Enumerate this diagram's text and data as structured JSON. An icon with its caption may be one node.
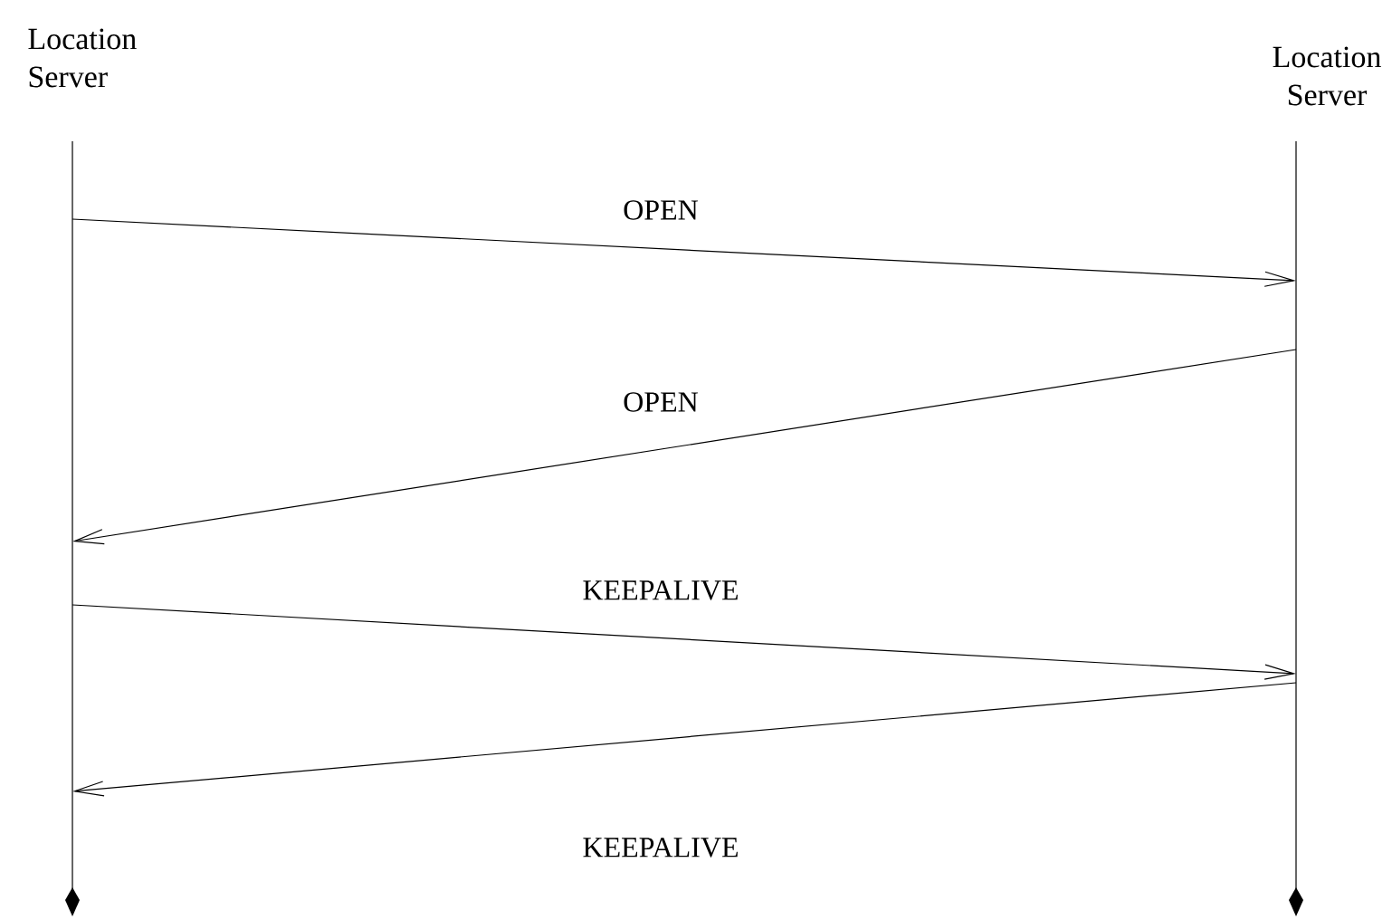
{
  "diagram": {
    "nodes": [
      {
        "text": [
          "Location Server"
        ]
      },
      {
        "text": [
          "Location Server"
        ]
      }
    ],
    "edges": [
      {
        "from": 0,
        "to": 1,
        "arrow": "to",
        "label": "OPEN"
      },
      {
        "from": 1,
        "to": 0,
        "arrow": "to",
        "label": "OPEN"
      },
      {
        "from": 0,
        "to": 1,
        "arrow": "to",
        "label": "KEEPALIVE"
      },
      {
        "from": 1,
        "to": 0,
        "arrow": "to",
        "label": "KEEPALIVE"
      }
    ]
  }
}
